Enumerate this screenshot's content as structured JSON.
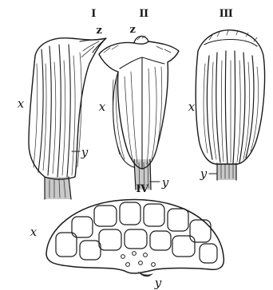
{
  "figure": {
    "label_i": "I",
    "label_ii": "II",
    "label_iii": "III",
    "label_iv": "IV",
    "fig1_z": "z",
    "fig1_x": "x",
    "fig1_y": "y",
    "fig2_z": "z",
    "fig2_x": "x",
    "fig2_y": "y",
    "fig3_x": "x",
    "fig3_y": "y",
    "fig4_x": "x",
    "fig4_y": "y"
  }
}
